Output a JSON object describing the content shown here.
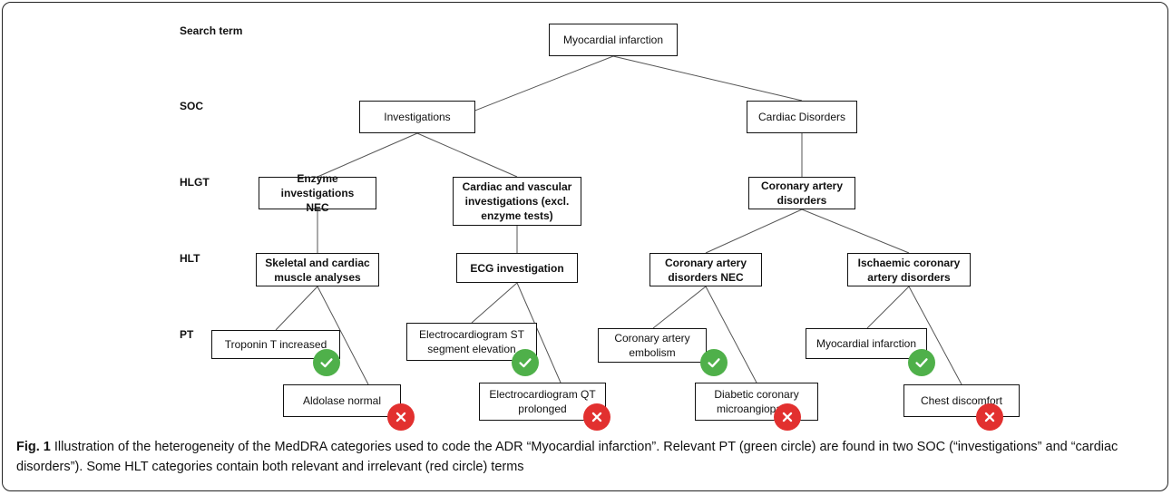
{
  "levels": {
    "search_term": "Search term",
    "soc": "SOC",
    "hlgt": "HLGT",
    "hlt": "HLT",
    "pt": "PT"
  },
  "nodes": {
    "root": "Myocardial infarction",
    "investigations": "Investigations",
    "cardiac_disorders": "Cardiac Disorders",
    "enzyme_investigations": "Enzyme investigations\nNEC",
    "cardiac_vascular_investigations": "Cardiac and vascular\ninvestigations (excl.\nenzyme tests)",
    "coronary_artery_disorders": "Coronary artery\ndisorders",
    "skeletal_cardiac_muscle": "Skeletal and cardiac\nmuscle analyses",
    "ecg_investigation": "ECG investigation",
    "coronary_artery_disorders_nec": "Coronary artery\ndisorders NEC",
    "ischaemic_coronary": "Ischaemic coronary\nartery disorders",
    "troponin_t_increased": "Troponin T increased",
    "aldolase_normal": "Aldolase normal",
    "ecg_st_elevation": "Electrocardiogram ST\nsegment elevation",
    "ecg_qt_prolonged": "Electrocardiogram QT\nprolonged",
    "coronary_artery_embolism": "Coronary artery\nembolism",
    "diabetic_coronary_microangiopathy": "Diabetic coronary\nmicroangiopathy",
    "myocardial_infarction_pt": "Myocardial infarction",
    "chest_discomfort": "Chest discomfort"
  },
  "status_colors": {
    "relevant": "#4fb04a",
    "irrelevant": "#e2302f"
  },
  "caption": {
    "label": "Fig. 1",
    "text": " Illustration of the heterogeneity of the MedDRA categories used to code the ADR “Myocardial infarction”. Relevant PT (green circle) are found in two SOC (“investigations” and “cardiac disorders”). Some HLT categories contain both relevant and irrelevant (red circle) terms"
  }
}
